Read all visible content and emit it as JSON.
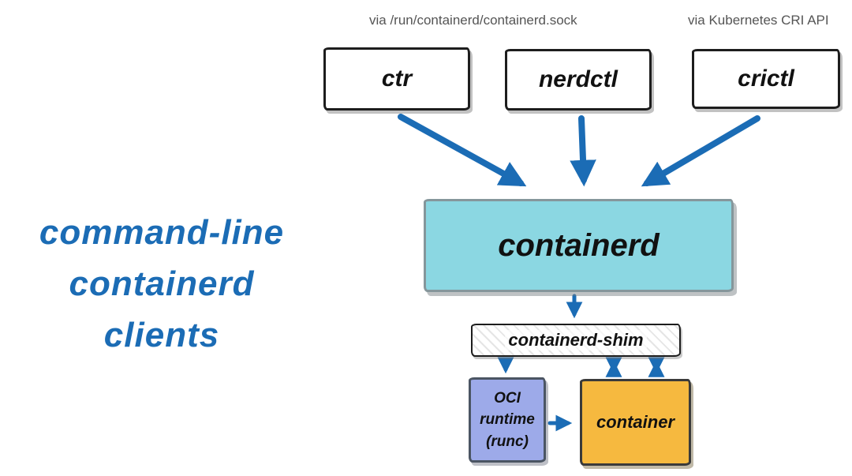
{
  "annotations": {
    "socket_note": "via /run/containerd/containerd.sock",
    "cri_note": "via Kubernetes CRI API",
    "side_label_lines": [
      "command-line",
      "containerd",
      "clients"
    ]
  },
  "nodes": {
    "ctr": "ctr",
    "nerdctl": "nerdctl",
    "crictl": "crictl",
    "containerd": "containerd",
    "shim": "containerd-shim",
    "oci_runtime_lines": [
      "OCI",
      "runtime",
      "(runc)"
    ],
    "container": "container"
  },
  "colors": {
    "arrow_blue": "#1b6cb5",
    "side_text_blue": "#1b6cb5",
    "note_gray": "#555555",
    "containerd_fill": "#8bd7e2",
    "oci_runtime_fill": "#9daae9",
    "container_fill": "#f6b93f"
  }
}
